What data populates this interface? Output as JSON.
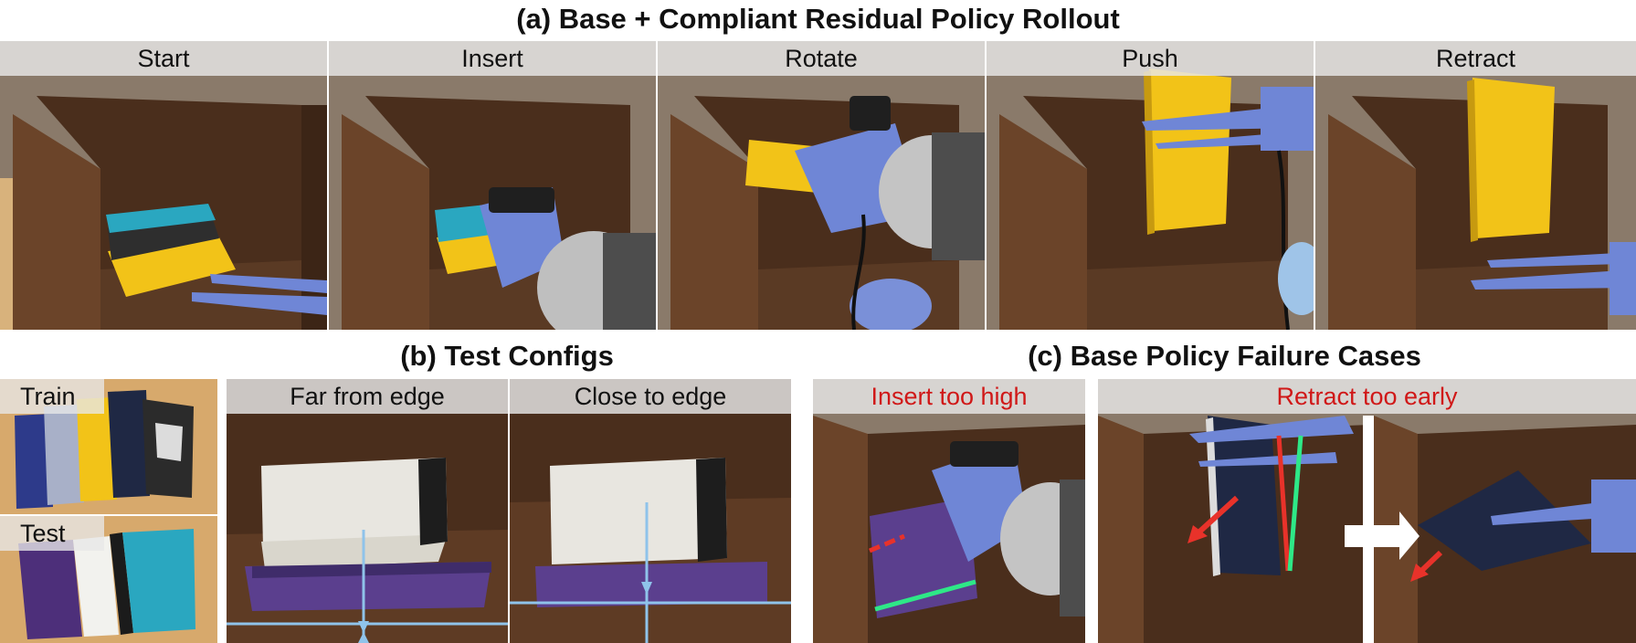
{
  "section_a": {
    "title": "(a) Base + Compliant Residual Policy Rollout",
    "steps": [
      "Start",
      "Insert",
      "Rotate",
      "Push",
      "Retract"
    ]
  },
  "section_b": {
    "title": "(b) Test Configs",
    "train_label": "Train",
    "test_label": "Test",
    "configs": [
      "Far from edge",
      "Close to edge"
    ]
  },
  "section_c": {
    "title": "(c) Base Policy Failure Cases",
    "cases": [
      "Insert too high",
      "Retract too early"
    ]
  },
  "colors": {
    "wood": "#5b3a24",
    "robot_blue": "#6f86d6",
    "book_yellow": "#f2c318",
    "book_teal": "#2aa7c0",
    "failure_red": "#d01818",
    "arrow_red": "#e8322a",
    "line_green": "#2ee887",
    "guide_blue": "#8fc3ea"
  }
}
